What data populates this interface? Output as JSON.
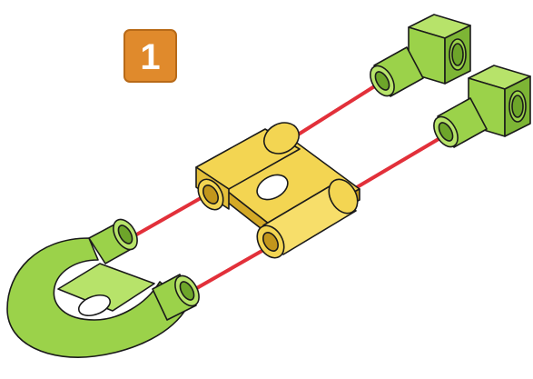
{
  "step": {
    "number": "1"
  },
  "colors": {
    "badge": "#E08A2C",
    "badge_text": "#FFFFFF",
    "green_part": "#9BD24A",
    "green_shade": "#6DA52A",
    "yellow_part": "#F3D552",
    "yellow_shade": "#D4A926",
    "connector_line": "#E2303A",
    "outline": "#1A1A1A"
  },
  "parts": [
    {
      "name": "u-pipe",
      "color": "green"
    },
    {
      "name": "double-clamp",
      "color": "yellow"
    },
    {
      "name": "elbow-connector-top",
      "color": "green"
    },
    {
      "name": "elbow-connector-bottom",
      "color": "green"
    }
  ]
}
